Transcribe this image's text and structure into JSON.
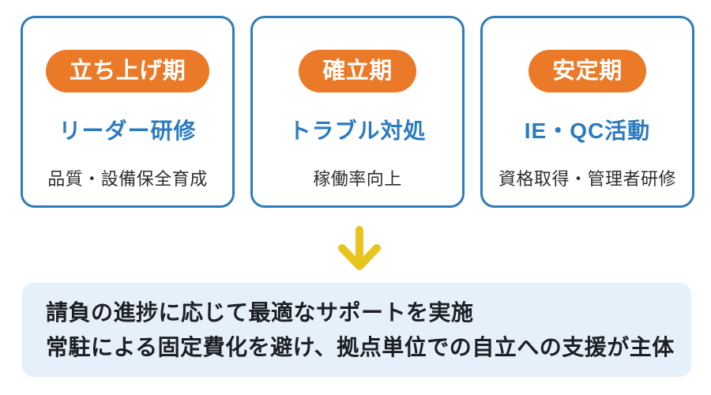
{
  "colors": {
    "accent_orange": "#EA7A28",
    "card_border_blue": "#2E7CBA",
    "title_blue": "#2B7BBF",
    "arrow_yellow": "#E8C41D",
    "summary_bg": "#E6F0FA",
    "text_dark": "#1D1F26"
  },
  "cards": [
    {
      "badge": "立ち上げ期",
      "title": "リーダー研修",
      "subtitle": "品質・設備保全育成"
    },
    {
      "badge": "確立期",
      "title": "トラブル対処",
      "subtitle": "稼働率向上"
    },
    {
      "badge": "安定期",
      "title": "IE・QC活動",
      "subtitle": "資格取得・管理者研修"
    }
  ],
  "arrow": {
    "icon": "down-arrow-icon"
  },
  "summary": {
    "line1": "請負の進捗に応じて最適なサポートを実施",
    "line2": "常駐による固定費化を避け、拠点単位での自立への支援が主体"
  }
}
